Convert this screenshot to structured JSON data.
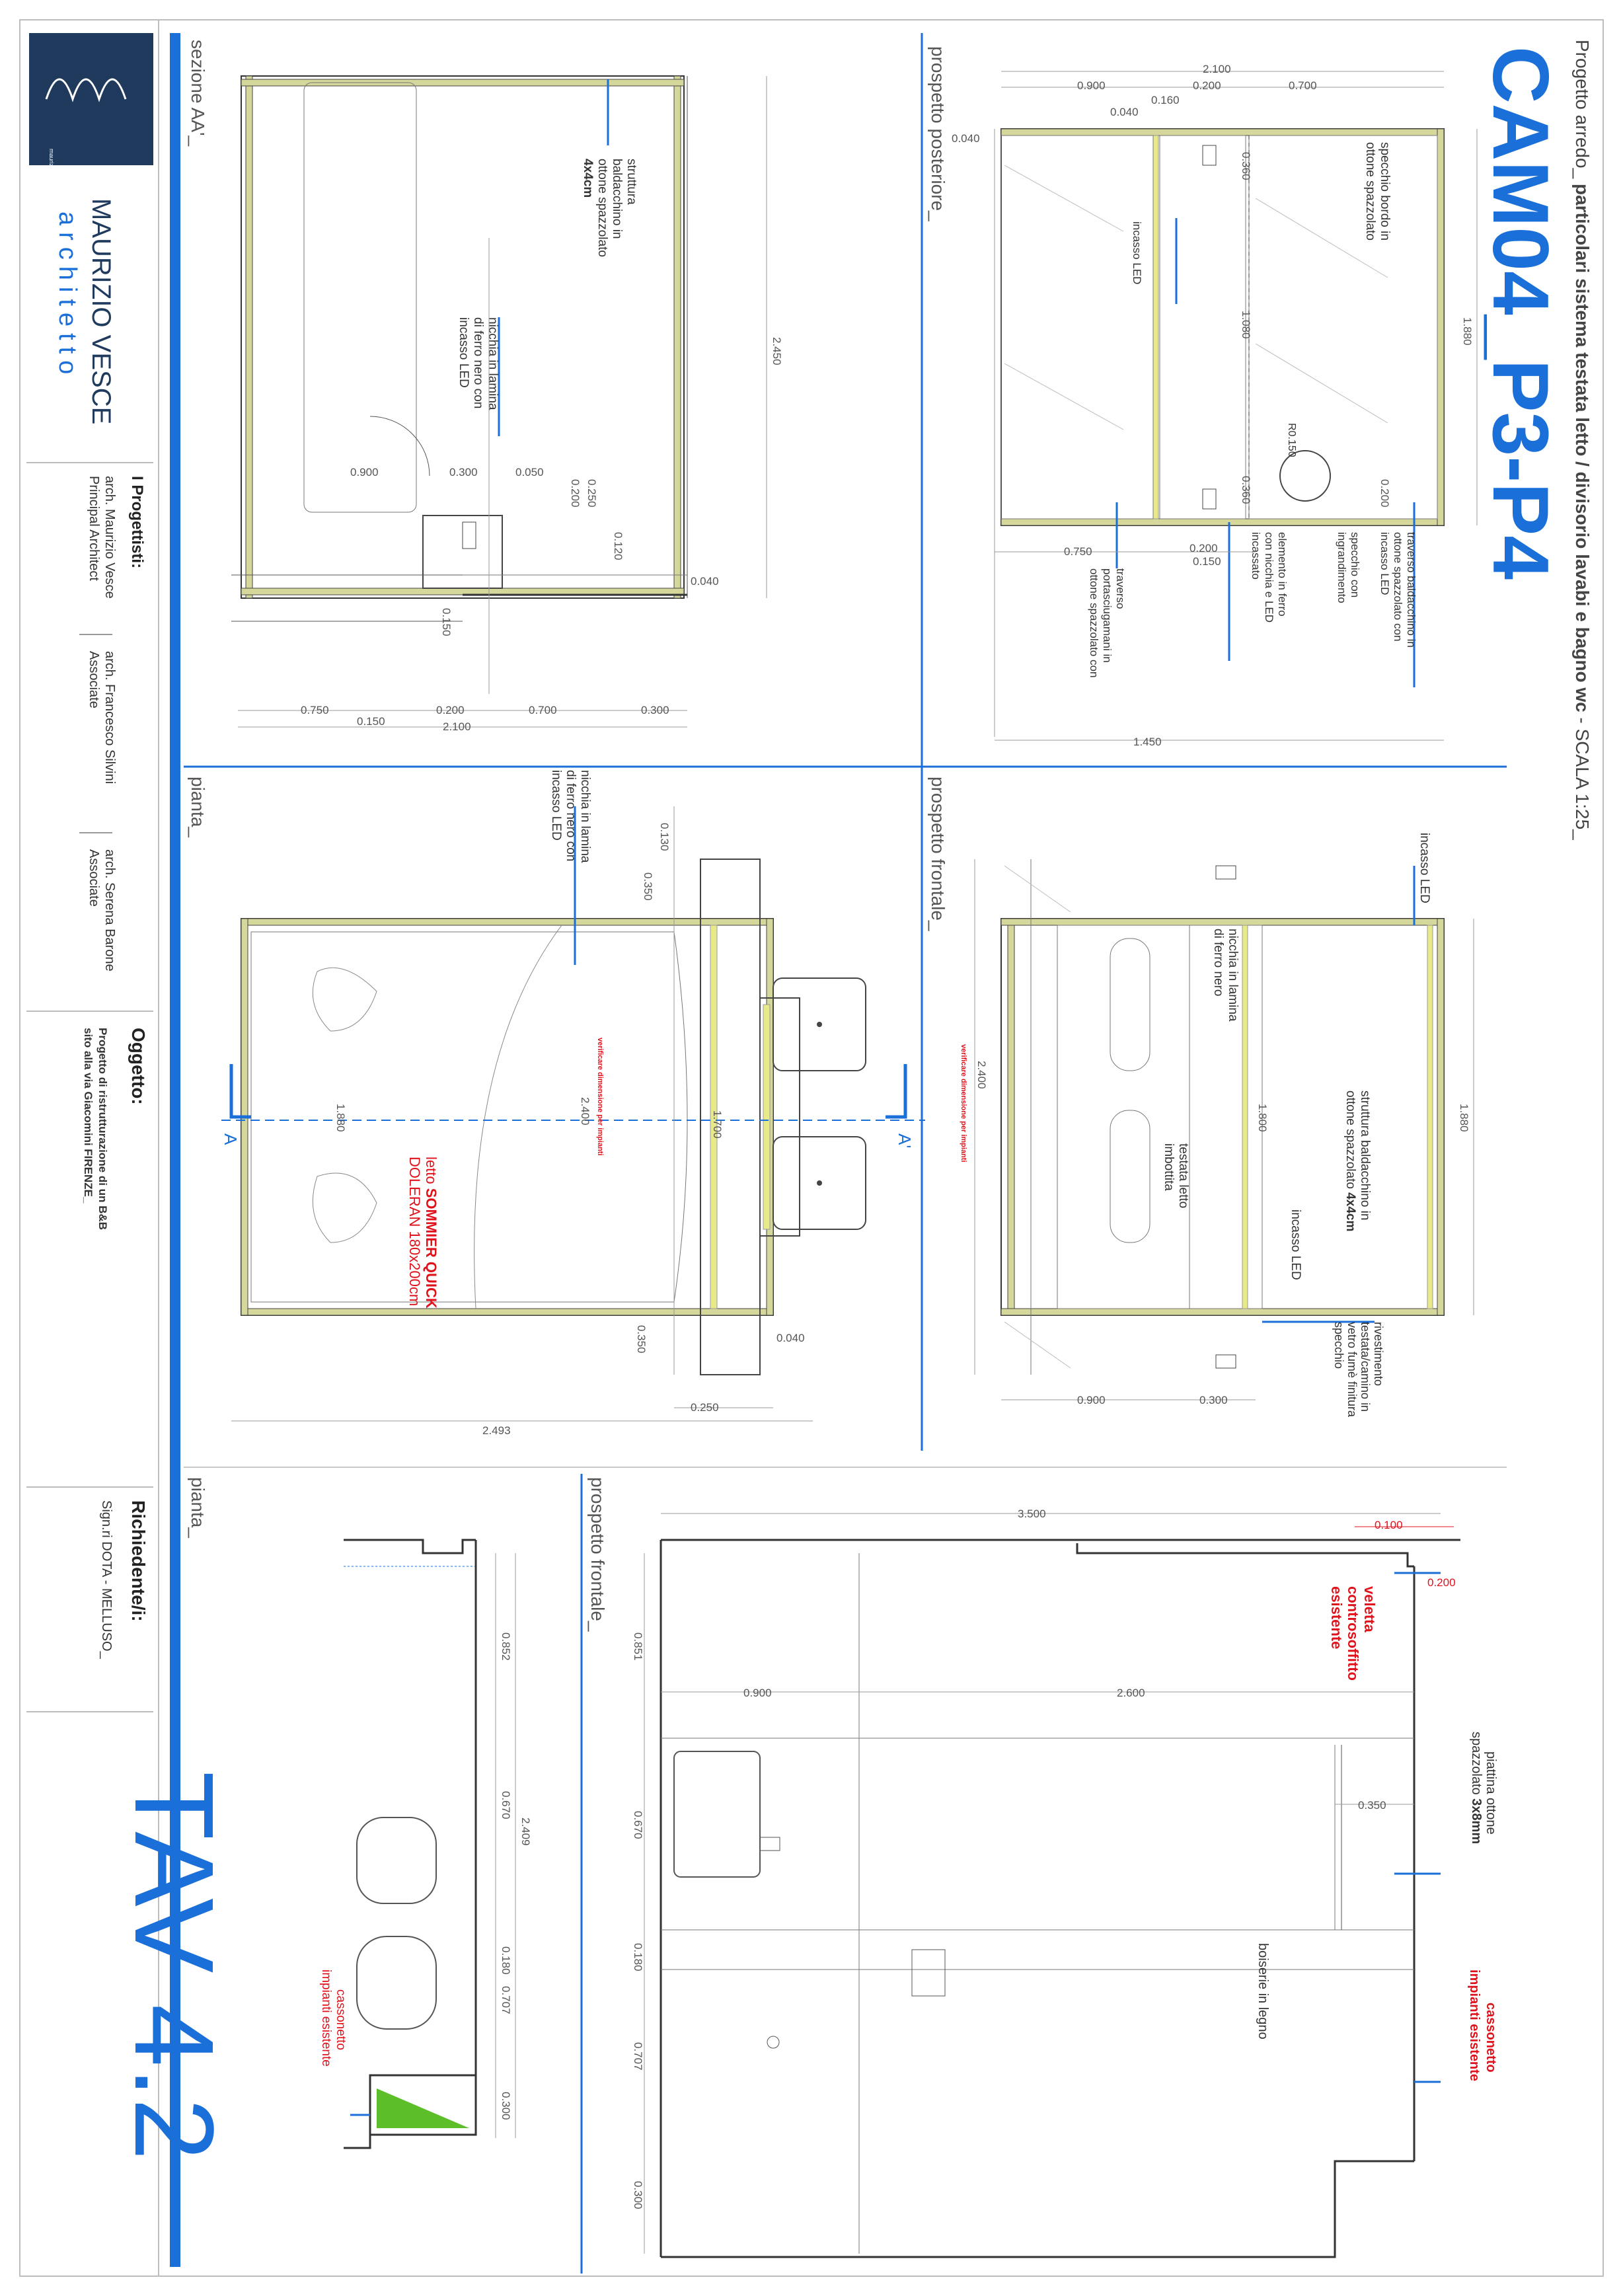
{
  "title_block": {
    "logo_text": "maurizio vesce architettura",
    "studio_name": "MAURIZIO VESCE",
    "studio_sub": "architetto",
    "designers_heading": "I Progettisti:",
    "designers": [
      {
        "name": "arch. Maurizio Vesce",
        "role": "Principal Architect"
      },
      {
        "name": "arch. Francesco Silvini",
        "role": "Associate"
      },
      {
        "name": "arch. Serena Barone",
        "role": "Associate"
      }
    ],
    "object_heading": "Oggetto:",
    "object_line1": "Progetto di ristrutturazione di un B&B",
    "object_line2": "sito alla via Giacomini FIRENZE_",
    "client_heading": "Richiedente/i:",
    "client_name": "Sign.ri DOTA - MELLUSO_",
    "sheet_number": "TAV 4.2"
  },
  "header": {
    "title": "CAM04_P3-P4",
    "subtitle_prefix": "Progetto arredo_ ",
    "subtitle_bold": "particolari sistema testata letto / divisorio lavabi e bagno wc",
    "subtitle_scale": " - SCALA 1:25_"
  },
  "panels": {
    "sezione": {
      "label": "sezione AA'_",
      "notes": {
        "struttura": [
          "struttura",
          "baldacchino in",
          "ottone spazzolato",
          "4x4cm"
        ],
        "nicchia": [
          "nicchia in lamina",
          "di ferro nero con",
          "incasso LED"
        ]
      },
      "dims": {
        "h_total": "2.450",
        "d1": "0.900",
        "d2": "0.300",
        "d3": "0.050",
        "d4": "0.250",
        "d5": "0.200",
        "d6": "0.120",
        "d7": "0.040",
        "d8": "0.150",
        "b1": "0.750",
        "b2": "0.200",
        "b3": "0.700",
        "b4": "0.300",
        "b5": "0.150",
        "b_total": "2.100"
      }
    },
    "posteriore": {
      "label": "prospetto posteriore_",
      "notes": {
        "specchio": [
          "specchio bordo in",
          "ottone spazzolato"
        ],
        "incasso": "incasso LED",
        "traverso_bald": [
          "traverso baldacchino in",
          "ottone spazzolato con",
          "incasso LED"
        ],
        "specchio_ingr": [
          "specchio con",
          "ingrandimento"
        ],
        "elemento": [
          "elemento in ferro",
          "con nicchia e LED",
          "incassato"
        ],
        "traverso_port": [
          "traverso",
          "portasciugamani in",
          "ottone spazzolato con"
        ],
        "radius": "R0.150"
      },
      "dims": {
        "t_total": "2.100",
        "t1": "0.900",
        "t2": "0.200",
        "t3": "0.700",
        "t4": "0.160",
        "t5": "0.040",
        "t6": "0.040",
        "v1": "1.880",
        "v2": "1.080",
        "v3": "0.360",
        "v4": "0.360",
        "v5": "0.200",
        "b1": "0.750",
        "b2": "0.200",
        "b3": "0.150",
        "b_total": "1.450"
      }
    },
    "pianta_top": {
      "label": "pianta_",
      "notes": {
        "nicchia": [
          "nicchia in lamina",
          "di ferro nero con",
          "incasso LED"
        ],
        "letto_a": "letto ",
        "letto_b": "SOMMIER QUICK",
        "letto_c": "DOLERAN 180x200cm",
        "verify": "verificare dimensione per impianti",
        "sec_a": "A",
        "sec_a2": "A'"
      },
      "dims": {
        "d1": "0.130",
        "d2": "0.350",
        "d3": "1.880",
        "d4": "2.400",
        "d5": "1.700",
        "d6": "0.350",
        "d7": "0.040",
        "d8": "0.250",
        "d_total": "2.493"
      }
    },
    "frontale_top": {
      "label": "prospetto frontale_",
      "notes": {
        "incasso": "incasso LED",
        "nicchia": [
          "nicchia in lamina",
          "di ferro nero"
        ],
        "struttura_a": "struttura baldacchino in",
        "struttura_b": "ottone spazzolato ",
        "struttura_c": "4x4cm",
        "testata": [
          "testata letto",
          "imbottita"
        ],
        "incasso2": "incasso LED",
        "rivestimento": [
          "rivestimento",
          "testata/camino in",
          "vetro fumè finitura",
          "specchio"
        ],
        "verify": "verificare dimensione per impianti"
      },
      "dims": {
        "v1": "1.880",
        "v2": "1.800",
        "v3": "2.400",
        "b1": "0.900",
        "b2": "0.300"
      }
    },
    "frontale_bottom": {
      "label": "prospetto frontale_",
      "notes": {
        "veletta": [
          "veletta",
          "controsoffitto",
          "esistente"
        ],
        "piattina_a": "piattina ottone",
        "piattina_b": "spazzolato ",
        "piattina_c": "3x8mm",
        "boiserie": "boiserie in legno",
        "cassonetto": [
          "cassonetto",
          "impianti esistente"
        ]
      },
      "dims": {
        "t_total": "3.500",
        "t1": "0.100",
        "t2": "0.200",
        "h1": "0.900",
        "h2": "2.600",
        "h3": "0.350",
        "l1": "0.851",
        "l2": "0.670",
        "l3": "0.180",
        "l4": "0.707",
        "l5": "0.300"
      }
    },
    "pianta_bottom": {
      "label": "pianta_",
      "notes": {
        "cassonetto": [
          "cassonetto",
          "impianti esistente"
        ]
      },
      "dims": {
        "l1": "0.852",
        "l2": "0.670",
        "l3": "0.180",
        "l4": "0.707",
        "l5": "0.300",
        "l_total": "2.409"
      }
    }
  },
  "colors": {
    "accent": "#1a6fd9",
    "red": "#e0121b",
    "frame": "#d6d79a",
    "green": "#5cbf2a",
    "logo_bg": "#1f3a5c"
  }
}
